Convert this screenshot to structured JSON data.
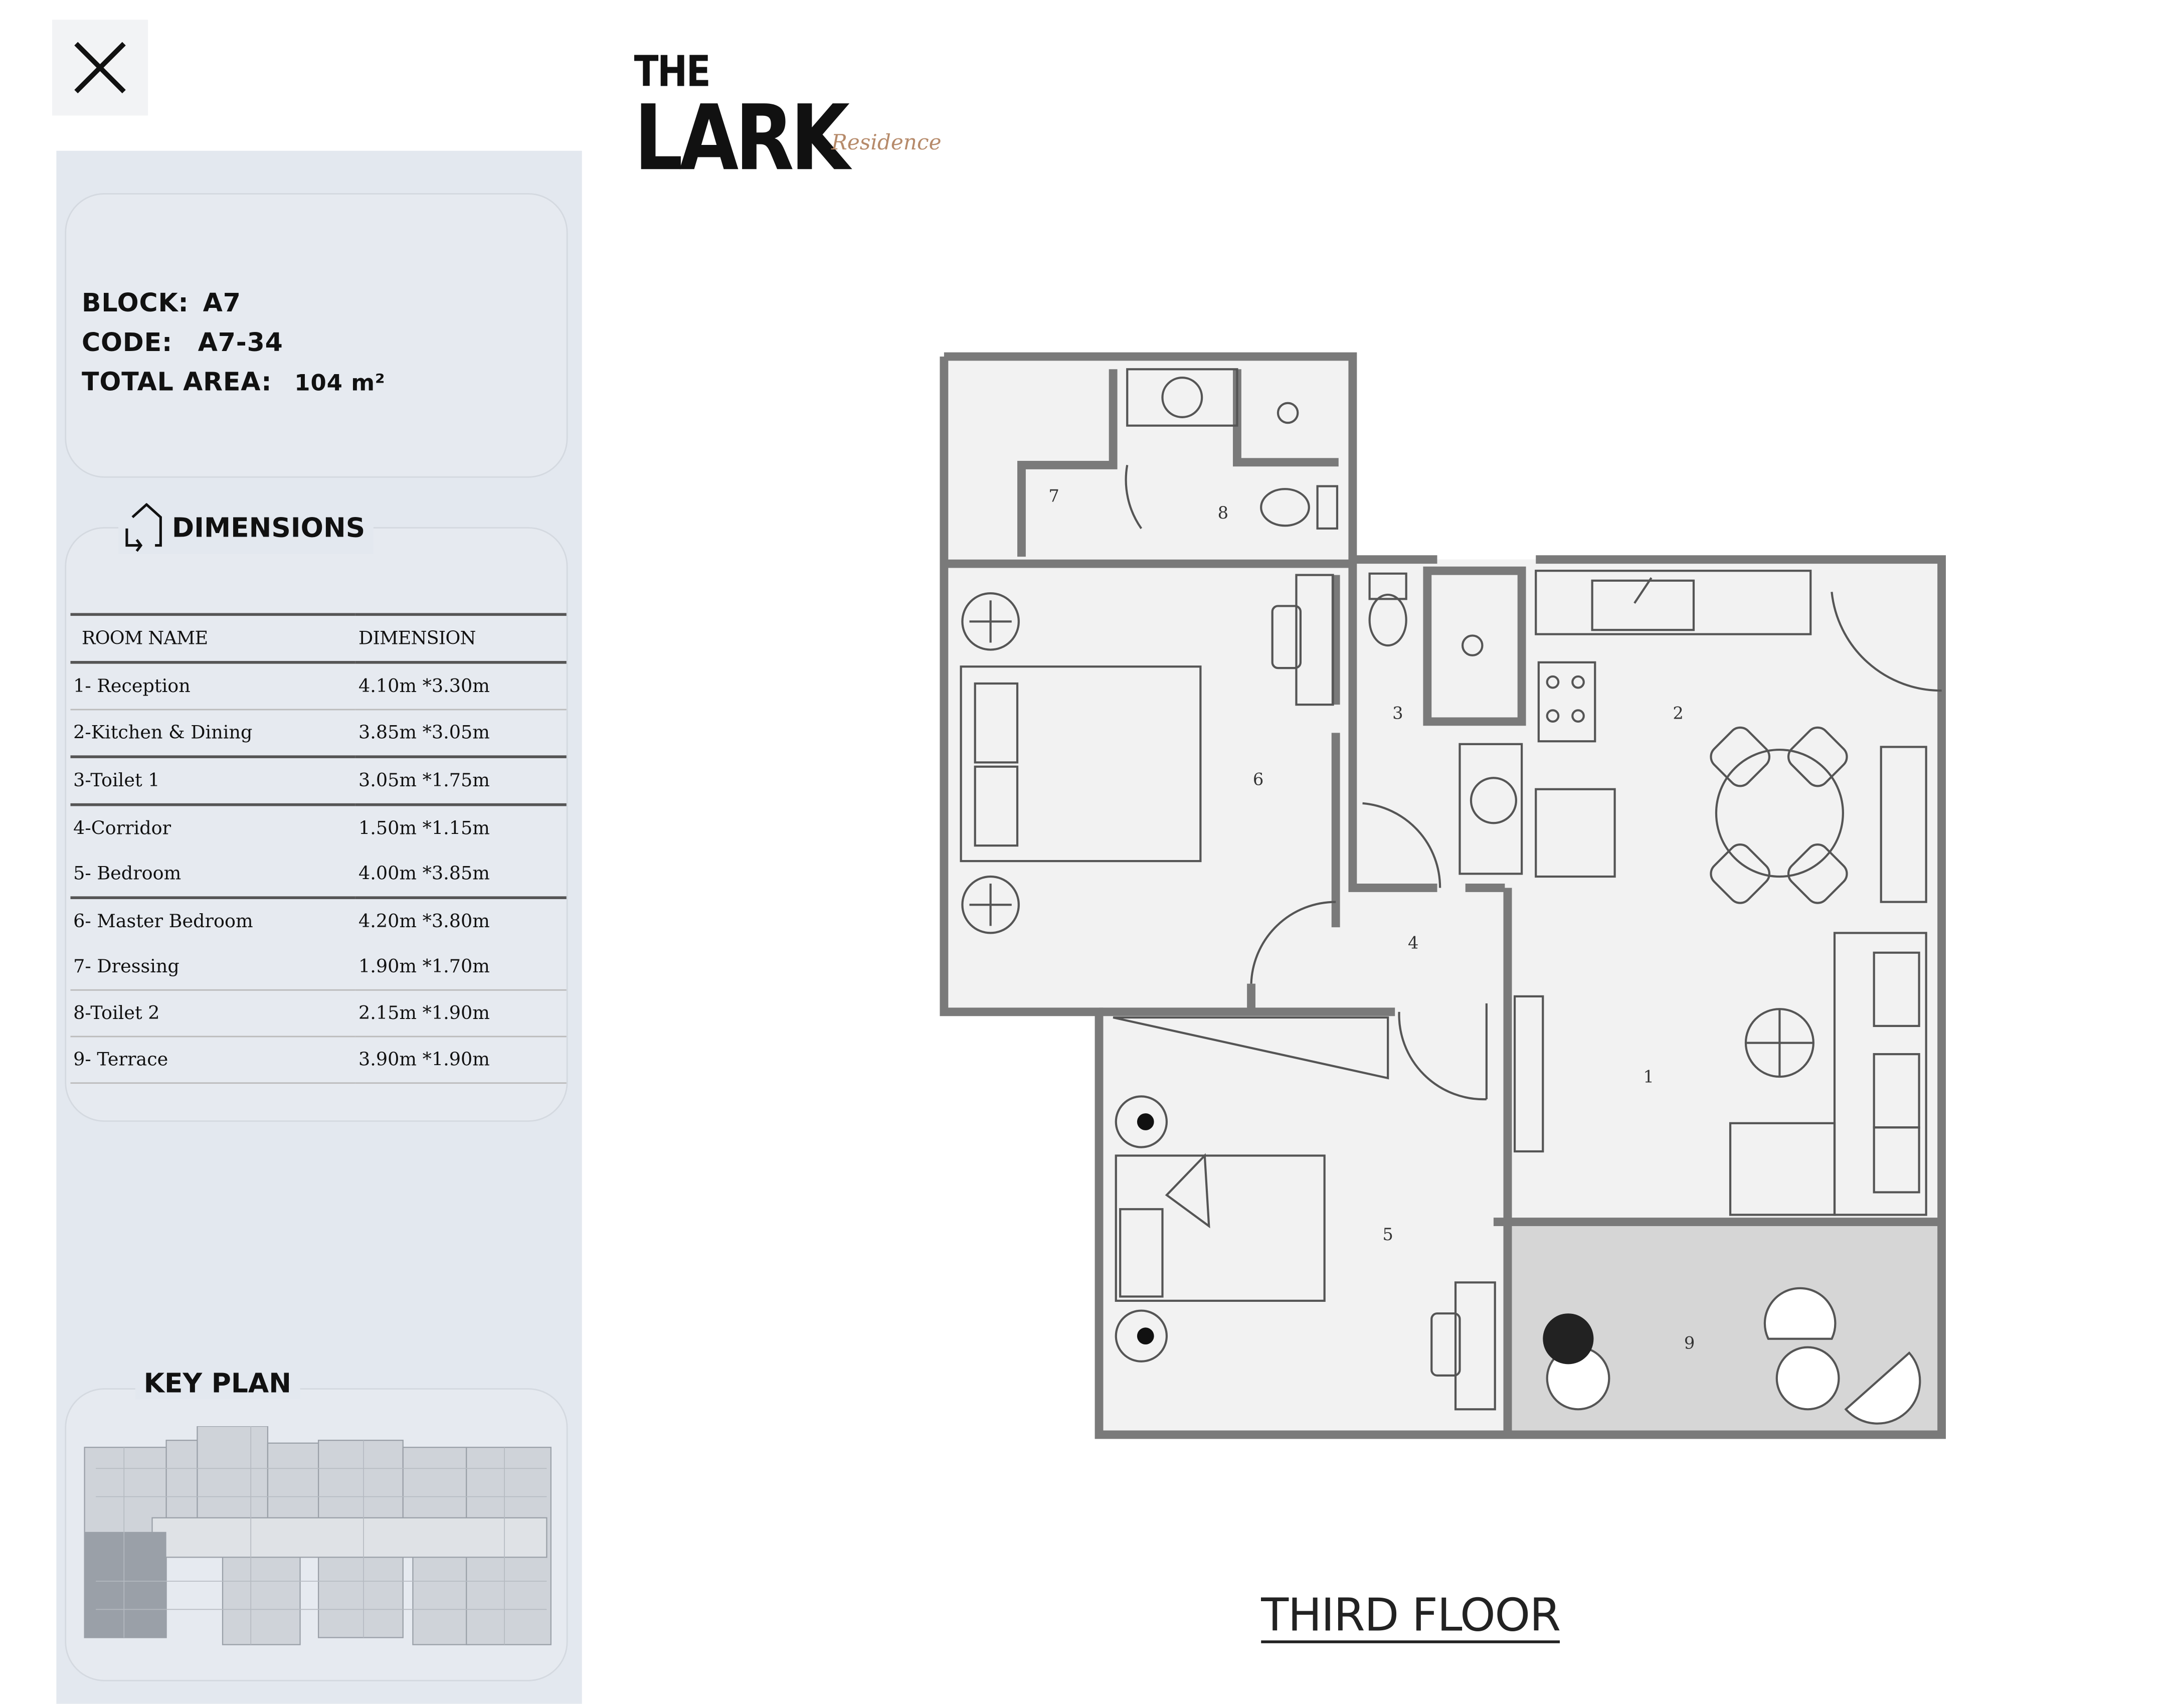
{
  "close_icon": "close-icon",
  "logo": {
    "line1": "THE",
    "line2": "LARK",
    "script": "Residence"
  },
  "unit": {
    "block_label": "BLOCK:",
    "block": "A7",
    "code_label": "CODE:",
    "code": "A7-34",
    "area_label": "TOTAL AREA:",
    "area": "104 m²"
  },
  "dimensions": {
    "title": "DIMENSIONS",
    "headers": [
      "ROOM NAME",
      "DIMENSION"
    ],
    "rows": [
      {
        "name": "1- Reception",
        "dim": "4.10m *3.30m"
      },
      {
        "name": "2-Kitchen & Dining",
        "dim": "3.85m *3.05m"
      },
      {
        "name": "3-Toilet 1",
        "dim": "3.05m *1.75m"
      },
      {
        "name": "4-Corridor",
        "dim": "1.50m *1.15m"
      },
      {
        "name": "5- Bedroom",
        "dim": "4.00m *3.85m"
      },
      {
        "name": "6- Master Bedroom",
        "dim": "4.20m *3.80m"
      },
      {
        "name": "7- Dressing",
        "dim": "1.90m *1.70m"
      },
      {
        "name": "8-Toilet 2",
        "dim": "2.15m *1.90m"
      },
      {
        "name": "9- Terrace",
        "dim": "3.90m *1.90m"
      }
    ]
  },
  "key_plan": {
    "title": "KEY PLAN"
  },
  "plan": {
    "labels": [
      "1",
      "2",
      "3",
      "4",
      "5",
      "6",
      "7",
      "8",
      "9"
    ],
    "floor": "THIRD FLOOR"
  }
}
